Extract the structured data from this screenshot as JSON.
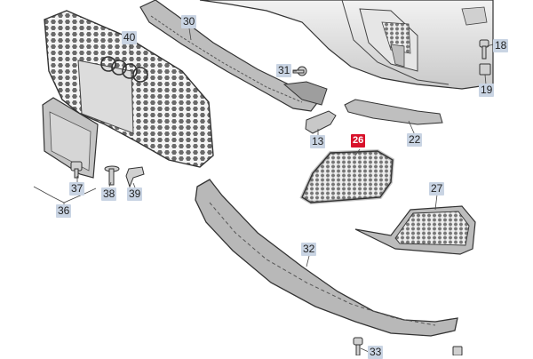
{
  "diagram": {
    "highlight_color": "#d8112a",
    "label_color": "#c9d4e3",
    "parts": [
      {
        "id": "p30",
        "label": "30",
        "name": "upper-bumper-strip"
      },
      {
        "id": "p40",
        "label": "40",
        "name": "radiator-grille"
      },
      {
        "id": "p18",
        "label": "18",
        "name": "screw"
      },
      {
        "id": "p31",
        "label": "31",
        "name": "bolt"
      },
      {
        "id": "p19",
        "label": "19",
        "name": "nut-clip"
      },
      {
        "id": "p13",
        "label": "13",
        "name": "cover-cap"
      },
      {
        "id": "p22",
        "label": "22",
        "name": "trim-strip"
      },
      {
        "id": "p26",
        "label": "26",
        "name": "left-air-guide-grille",
        "highlighted": true
      },
      {
        "id": "p27",
        "label": "27",
        "name": "right-air-guide-grille"
      },
      {
        "id": "p37",
        "label": "37",
        "name": "fastener"
      },
      {
        "id": "p38",
        "label": "38",
        "name": "screw"
      },
      {
        "id": "p39",
        "label": "39",
        "name": "expanding-clip"
      },
      {
        "id": "p36",
        "label": "36",
        "name": "licence-plate-holder-set"
      },
      {
        "id": "p32",
        "label": "32",
        "name": "spoiler-lower-lip"
      },
      {
        "id": "p33",
        "label": "33",
        "name": "screw"
      }
    ]
  }
}
